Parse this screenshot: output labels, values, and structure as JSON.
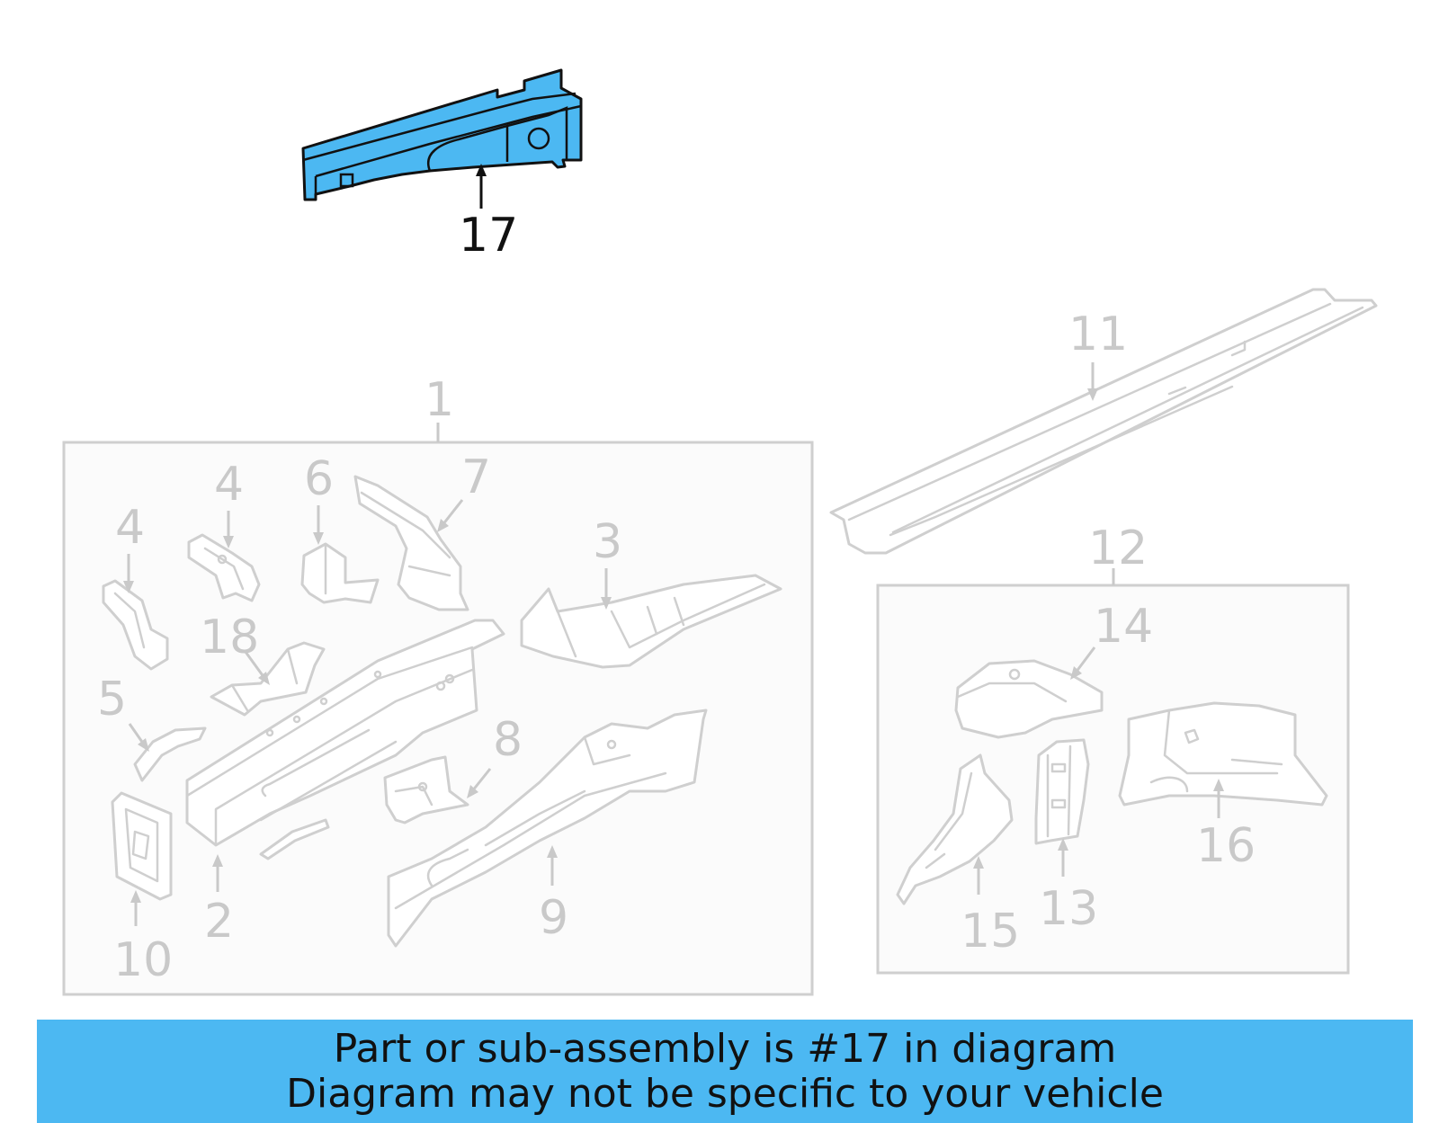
{
  "diagram": {
    "highlight_color": "#4cb8f2",
    "highlighted_part": "17",
    "callouts": {
      "c17": "17",
      "c1": "1",
      "c11": "11",
      "c12": "12",
      "c4a": "4",
      "c4b": "4",
      "c6": "6",
      "c7": "7",
      "c3": "3",
      "c18": "18",
      "c5": "5",
      "c8": "8",
      "c2": "2",
      "c9": "9",
      "c10": "10",
      "c14": "14",
      "c16": "16",
      "c15": "15",
      "c13": "13"
    }
  },
  "banner": {
    "line1": "Part or sub-assembly is #17 in diagram",
    "line2": "Diagram may not be specific to your vehicle",
    "background": "#4cb8f2"
  }
}
